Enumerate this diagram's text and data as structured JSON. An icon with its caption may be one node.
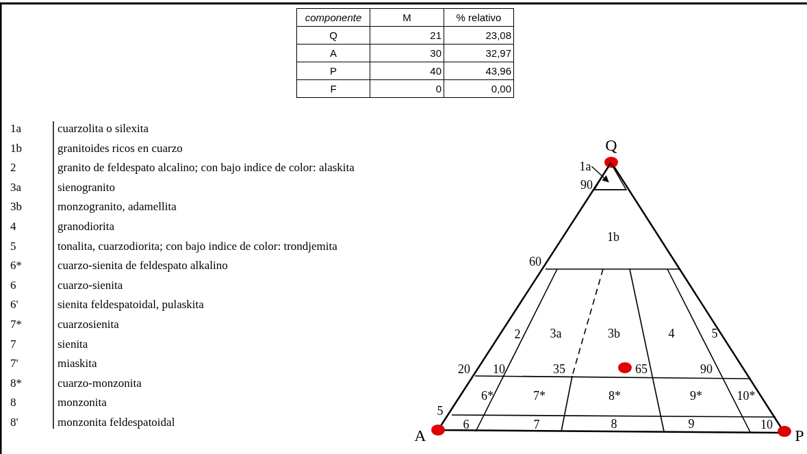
{
  "diagram": {
    "nodes": [
      {
        "text": [
          "1a"
        ]
      },
      {
        "text": [],
        "shape": "triangle"
      }
    ],
    "edges": [
      {
        "from": 0,
        "to": 1,
        "arrow": "to"
      }
    ],
    "labels": [
      "componente",
      "M",
      "% relativo",
      "Q",
      "21",
      "23,08",
      "A",
      "30",
      "32,97",
      "P",
      "40",
      "43,96",
      "F",
      "0",
      "0,00",
      "1a",
      "cuarzolita o silexita",
      "1b",
      "granitoides ricos en cuarzo",
      "2",
      "granito de feldespato alcalino; con bajo indice de color: alaskita",
      "3a",
      "sienogranito",
      "3b",
      "monzogranito, adamellita",
      "4",
      "granodiorita",
      "5",
      "tonalita, cuarzodiorita; con bajo indice de color: trondjemita",
      "6*",
      "cuarzo-sienita de feldespato alkalino",
      "6",
      "cuarzo-sienita",
      "6'",
      "sienita feldespatoidal, pulaskita",
      "7*",
      "cuarzosienita",
      "7",
      "sienita",
      "7'",
      "miaskita",
      "8*",
      "cuarzo-monzonita",
      "8",
      "monzonita",
      "8'",
      "monzonita feldespatoidal",
      "Q",
      "90",
      "1b",
      "60",
      "2",
      "3a",
      "3b",
      "4",
      "5",
      "20",
      "10",
      "35",
      "65",
      "90",
      "6*",
      "7*",
      "8*",
      "9*",
      "10*",
      "5",
      "6",
      "7",
      "8",
      "9",
      "10",
      "A",
      "P"
    ]
  }
}
